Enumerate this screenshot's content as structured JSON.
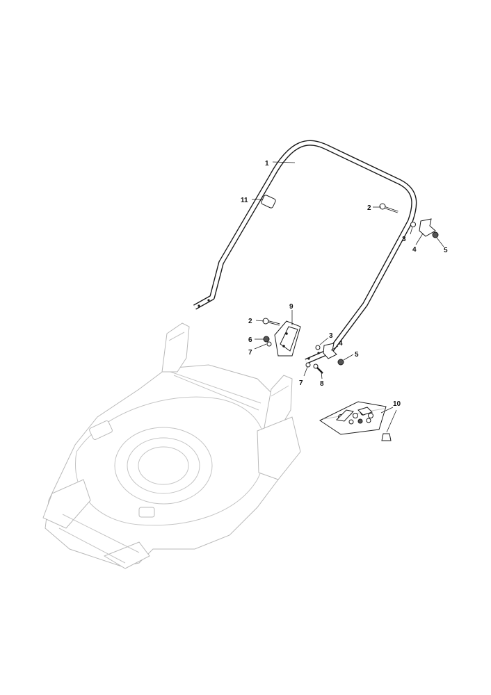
{
  "diagram": {
    "callouts": [
      {
        "id": "c1",
        "label": "1"
      },
      {
        "id": "c11",
        "label": "11"
      },
      {
        "id": "c2a",
        "label": "2"
      },
      {
        "id": "c3a",
        "label": "3"
      },
      {
        "id": "c4a",
        "label": "4"
      },
      {
        "id": "c5a",
        "label": "5"
      },
      {
        "id": "c9",
        "label": "9"
      },
      {
        "id": "c2b",
        "label": "2"
      },
      {
        "id": "c6",
        "label": "6"
      },
      {
        "id": "c7a",
        "label": "7"
      },
      {
        "id": "c3b",
        "label": "3"
      },
      {
        "id": "c4b",
        "label": "4"
      },
      {
        "id": "c5b",
        "label": "5"
      },
      {
        "id": "c7b",
        "label": "7"
      },
      {
        "id": "c8",
        "label": "8"
      },
      {
        "id": "c10",
        "label": "10"
      }
    ]
  }
}
